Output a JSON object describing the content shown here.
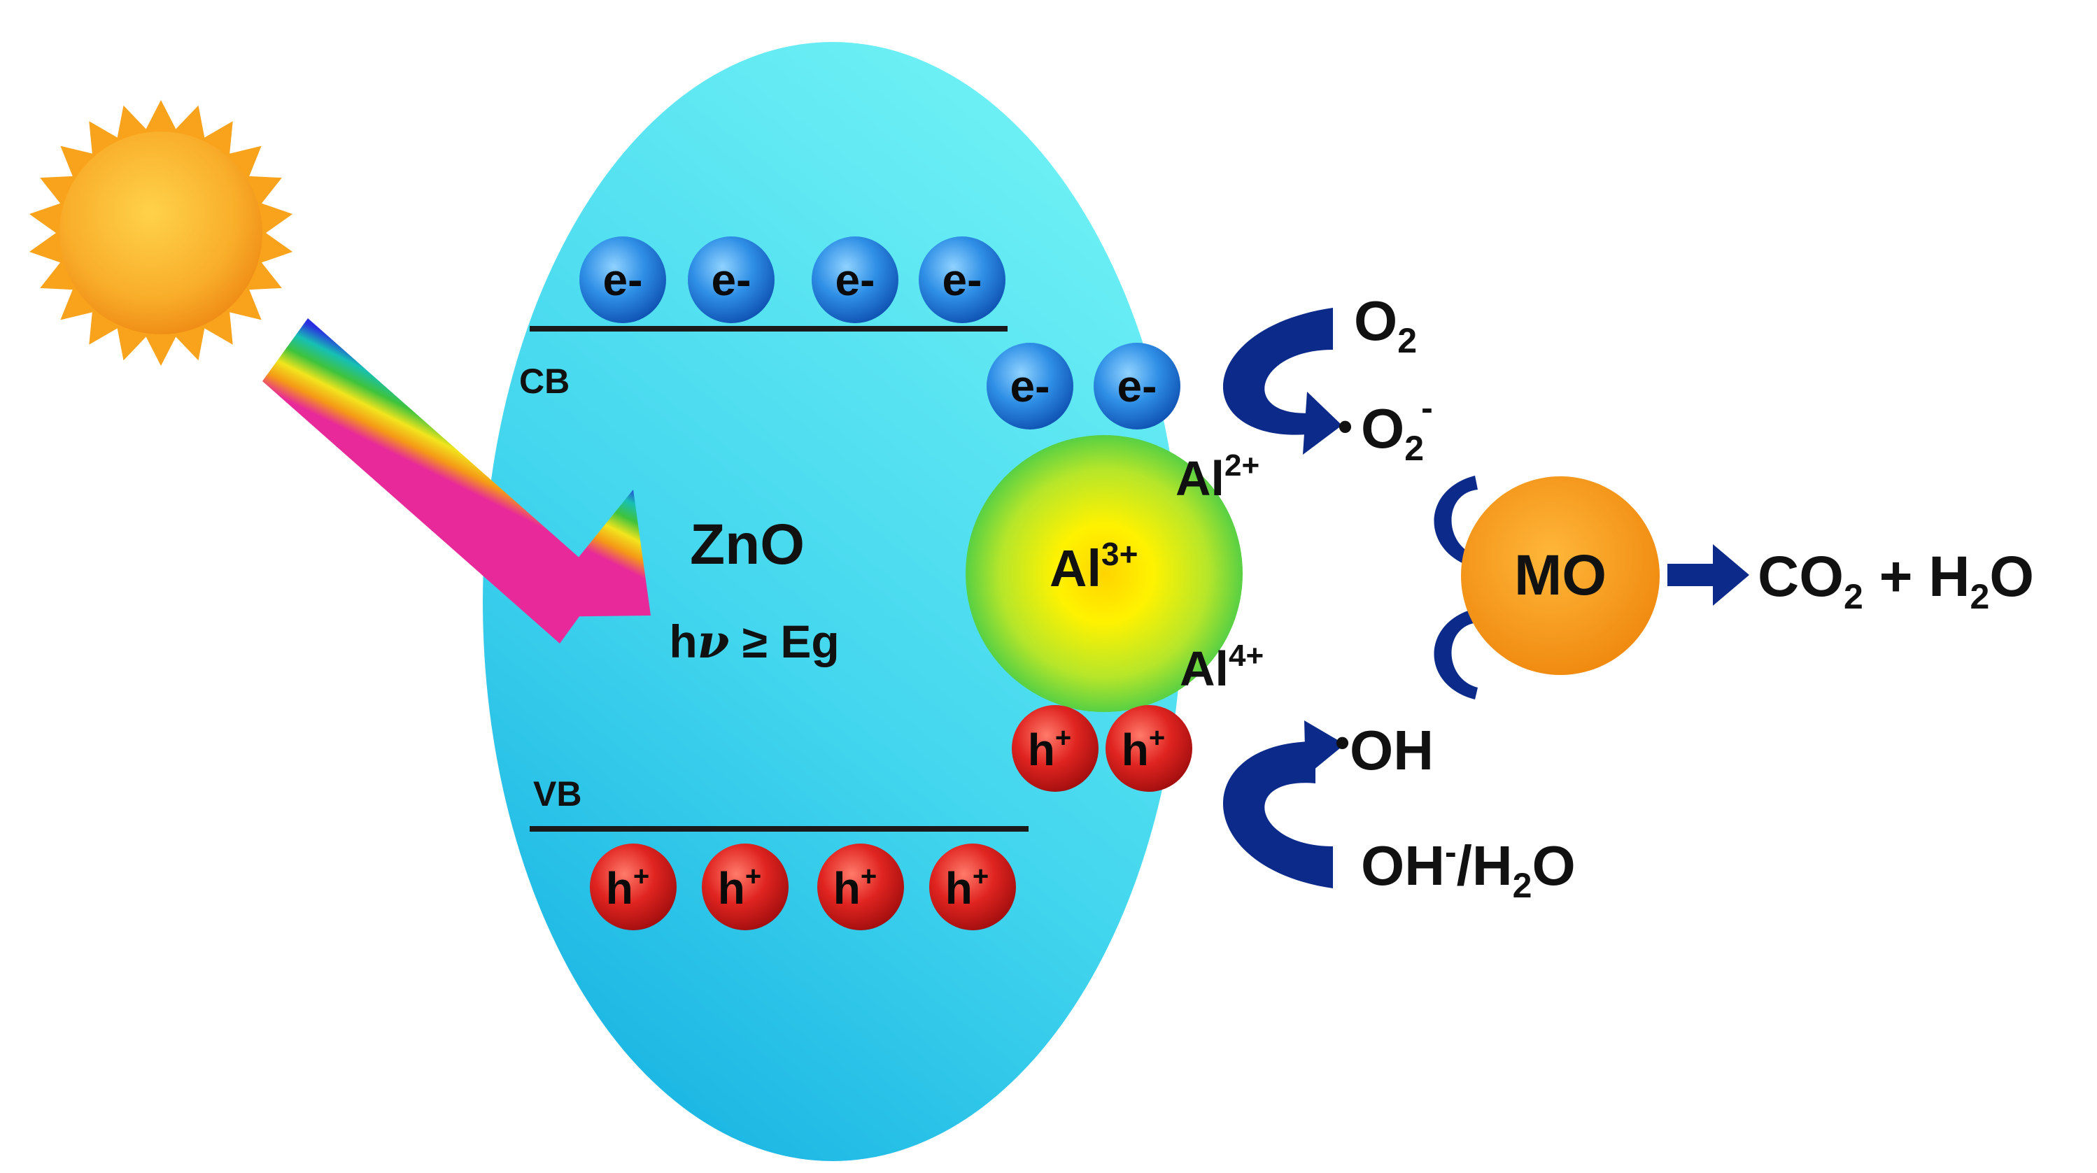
{
  "particle": {
    "name": "ZnO",
    "excitation": {
      "h": "h",
      "nu": "ν",
      "rest": " ≥ Eg"
    }
  },
  "bands": {
    "cb_label": "CB",
    "vb_label": "VB"
  },
  "carriers": {
    "electron": "e-",
    "hole_base": "h",
    "hole_sup": "+"
  },
  "dopant": {
    "center": {
      "base": "Al",
      "sup": "3+"
    },
    "upper": {
      "base": "Al",
      "sup": "2+"
    },
    "lower": {
      "base": "Al",
      "sup": "4+"
    }
  },
  "reactions": {
    "o2": {
      "base": "O",
      "sub": "2"
    },
    "superoxide": {
      "dot": "•",
      "base": "O",
      "sub": "2",
      "sup": "-"
    },
    "hydroxyl_radical": {
      "dot": "•",
      "base": "OH"
    },
    "hydroxide": {
      "p1": "OH",
      "sup": "-",
      "p2": "/H",
      "sub": "2",
      "p3": "O"
    }
  },
  "pollutant": {
    "label": "MO"
  },
  "products": {
    "p1": "CO",
    "sub1": "2",
    "p2": " + H",
    "sub2": "2",
    "p3": "O"
  },
  "colors": {
    "ellipse_light": "#6cf0f4",
    "ellipse_dark": "#1ab6e0",
    "electron": "#2c8ce8",
    "hole": "#e02424",
    "arrow": "#0b2a8a",
    "sun": "#f9b233",
    "mo": "#f5a21c",
    "al_core": "#fff200",
    "al_edge": "#5ed646"
  }
}
